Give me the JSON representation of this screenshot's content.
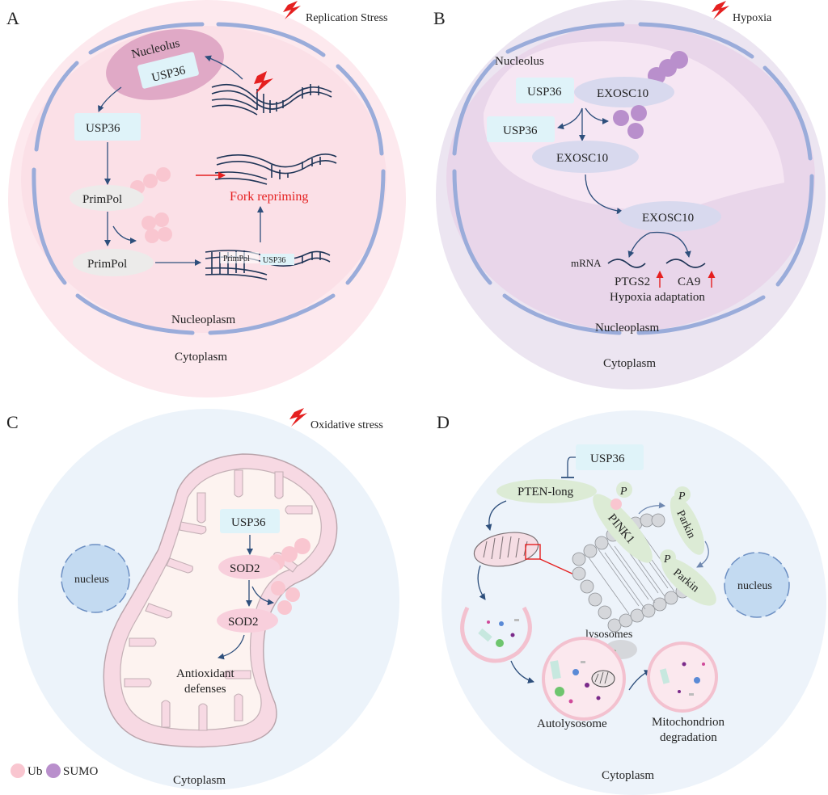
{
  "panels": {
    "a": {
      "letter": "A",
      "stress": "Replication Stress",
      "nucleolus": "Nucleolus",
      "usp36_nucleolar": "USP36",
      "usp36": "USP36",
      "primpol_top": "PrimPol",
      "primpol_bottom": "PrimPol",
      "fork_primpol": "PrimPol",
      "fork_usp36": "USP36",
      "fork_repriming": "Fork repriming",
      "nucleoplasm": "Nucleoplasm",
      "cytoplasm": "Cytoplasm"
    },
    "b": {
      "letter": "B",
      "stress": "Hypoxia",
      "nucleolus": "Nucleolus",
      "usp36_complex": "USP36",
      "exosc10_complex": "EXOSC10",
      "usp36_free": "USP36",
      "exosc10_mid": "EXOSC10",
      "exosc10_out": "EXOSC10",
      "mrna": "mRNA",
      "ptgs2": "PTGS2",
      "ca9": "CA9",
      "hypoxia_adaptation": "Hypoxia adaptation",
      "nucleoplasm": "Nucleoplasm",
      "cytoplasm": "Cytoplasm"
    },
    "c": {
      "letter": "C",
      "stress": "Oxidative stress",
      "nucleus": "nucleus",
      "usp36": "USP36",
      "sod2_top": "SOD2",
      "sod2_bottom": "SOD2",
      "antioxidant_line1": "Antioxidant",
      "antioxidant_line2": "defenses",
      "cytoplasm": "Cytoplasm",
      "legend_ub": "Ub",
      "legend_sumo": "SUMO"
    },
    "d": {
      "letter": "D",
      "usp36": "USP36",
      "pten_long": "PTEN-long",
      "pink1": "PINK1",
      "p_pink1": "P",
      "p_parkin_top": "P",
      "p_parkin_bottom": "P",
      "parkin_top": "Parkin",
      "parkin_bottom": "Parkin",
      "nucleus": "nucleus",
      "lysosomes": "lysosomes",
      "autolysosome": "Autolysosome",
      "mito_deg_line1": "Mitochondrion",
      "mito_deg_line2": "degradation",
      "cytoplasm": "Cytoplasm"
    }
  },
  "colors": {
    "cell_a": "#fde9ee",
    "nucleus_a": "#fce4ea",
    "nucleolus_a": "#e0a9c6",
    "cell_b": "#ece5f1",
    "nucleus_b": "#e9d6ea",
    "nucleolus_b": "#f6e6f3",
    "cell_c": "#ecf3fa",
    "cell_d": "#edf3fa",
    "usp36_box": "#dff3f9",
    "exosc10": "#d8d9ee",
    "primpol": "#ecebea",
    "sod2": "#f8cfdc",
    "ub": "#f9c6d0",
    "sumo": "#b98fcc",
    "membrane": "#9aacda",
    "arrow": "#2e4f7c",
    "red": "#e52020",
    "pten_parkin": "#dcebd5",
    "nucleus_dot": "#c3daf1"
  }
}
